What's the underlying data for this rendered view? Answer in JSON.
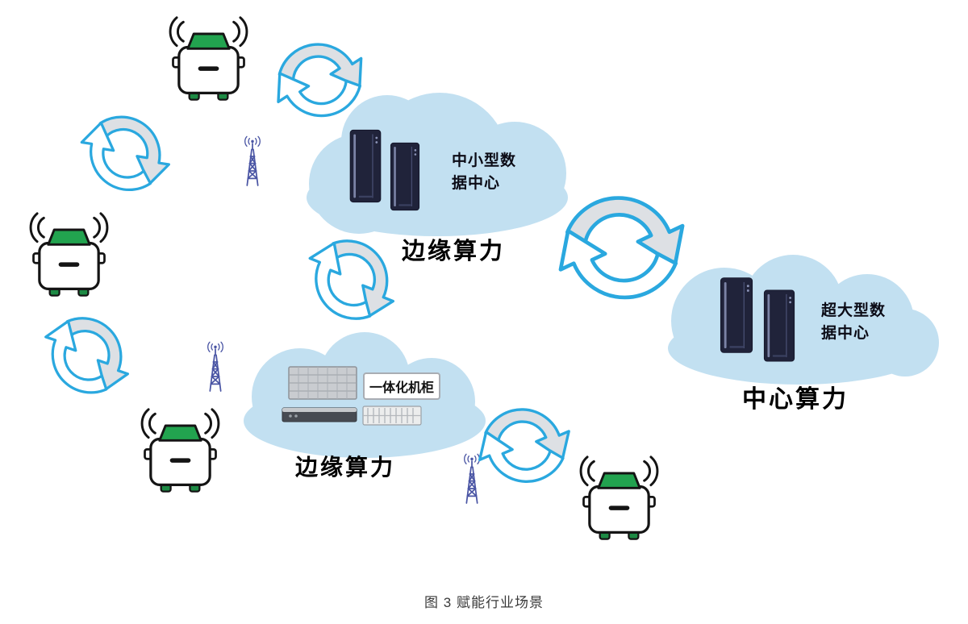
{
  "caption": "图 3 赋能行业场景",
  "clouds": {
    "edge_top": {
      "dc_line1": "中小型数",
      "dc_line2": "据中心",
      "power_label": "边缘算力"
    },
    "edge_bottom": {
      "cabinet_label": "一体化机柜",
      "power_label": "边缘算力"
    },
    "central": {
      "dc_line1": "超大型数",
      "dc_line2": "据中心",
      "power_label": "中心算力"
    }
  },
  "icons": {
    "connected_car": "car-front-with-wifi-icon",
    "base_station": "lattice-tower-with-signal-icon",
    "data_exchange": "circular-double-arrows-icon",
    "server_rack": "dark-server-cabinet-icon"
  },
  "colors": {
    "cloud_fill": "#c2e0f1",
    "arrow_blue": "#2aa8df",
    "arrow_gray_fill": "#dde0e4",
    "car_green": "#22a34f",
    "tower_purple": "#4a55a4",
    "server_dark": "#20233a",
    "text_black": "#000000"
  }
}
